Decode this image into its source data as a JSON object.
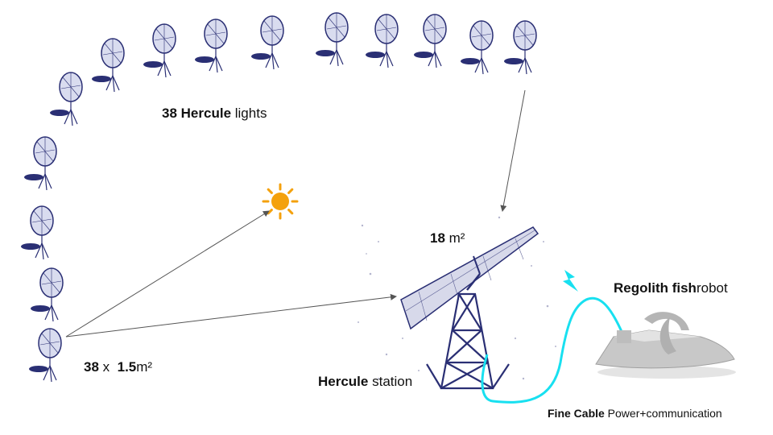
{
  "lights_label": {
    "count": "38",
    "name": "Hercule",
    "suffix": " lights"
  },
  "area_label": {
    "count": "38",
    "times": " x ",
    "value": "1.5",
    "unit": "m²"
  },
  "panel_label": {
    "value": "18",
    "unit": " m²"
  },
  "station_label": {
    "name": "Hercule",
    "suffix": " station"
  },
  "robot_label": {
    "name": "Regolith fish",
    "suffix": "robot"
  },
  "cable_label": {
    "name": "Fine Cable",
    "suffix": " Power+communication"
  },
  "colors": {
    "cable": "#18e0f0",
    "sun": "#f4a10c",
    "device": "#2a2f74",
    "robot": "#b9b9b9",
    "arrow": "#555555"
  }
}
